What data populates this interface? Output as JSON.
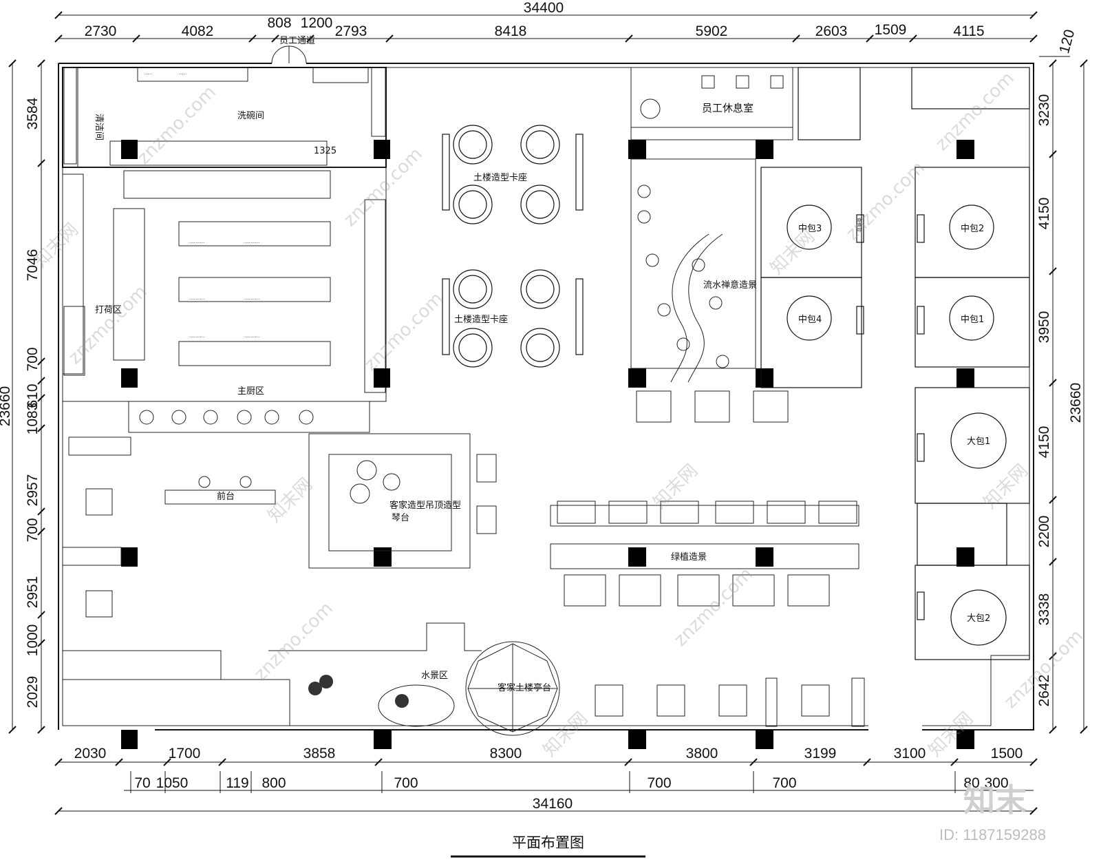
{
  "drawing": {
    "title": "平面布置图",
    "top_total": "34400",
    "bottom_total": "34160",
    "corner_dim": "120",
    "top_dims": [
      "2730",
      "4082",
      "808",
      "1200",
      "2793",
      "8418",
      "5902",
      "2603",
      "1509",
      "4115"
    ],
    "bottom_dims": [
      "2030",
      "1700",
      "3858",
      "8300",
      "3800",
      "3199",
      "3100",
      "1500"
    ],
    "bottom_small_dims": [
      "70",
      "1050",
      "119",
      "800",
      "700",
      "700",
      "700",
      "80",
      "300"
    ],
    "left_total": "23660",
    "right_total": "23660",
    "left_dims": [
      "3584",
      "7046",
      "700",
      "610",
      "1083",
      "2957",
      "700",
      "2951",
      "1000",
      "2029"
    ],
    "right_dims": [
      "3230",
      "4150",
      "3950",
      "4150",
      "2200",
      "3338",
      "2642"
    ]
  },
  "rooms": {
    "staff_passage": "员工通道",
    "staff_lounge": "员工休息室",
    "cleaning_room": "清洁间",
    "dishwash": "洗碗间",
    "pack_area": "打荷区",
    "main_kitchen": "主厨区",
    "front_desk": "前台",
    "tulou_booth_1": "土楼造型卡座",
    "tulou_booth_2": "土楼造型卡座",
    "zen_landscape": "流水禅意造景",
    "private_m3": "中包3",
    "private_m4": "中包4",
    "private_m2": "中包2",
    "private_m1": "中包1",
    "large_1": "大包1",
    "large_2": "大包2",
    "service_station": "备餐台",
    "hakka_ceiling": "客家造型吊顶造型",
    "piano_stage": "琴台",
    "green_landscape": "绿植造景",
    "water_area": "水景区",
    "tulou_pavilion": "客家土楼亭台",
    "door_marker": "1325"
  },
  "watermark": {
    "site": "znzmo.com",
    "brand": "知末网",
    "logo": "知末",
    "id_text": "ID: 1187159288"
  }
}
